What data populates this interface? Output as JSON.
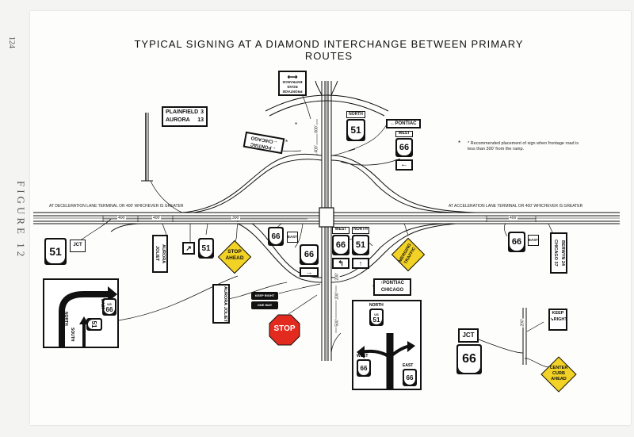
{
  "page_number": "124",
  "figure_label": "FIGURE 12",
  "title": "TYPICAL SIGNING AT A DIAMOND INTERCHANGE BETWEEN PRIMARY ROUTES",
  "notes": {
    "decel": "AT DECELERATION LANE TERMINAL OR 400' WHICHEVER IS GREATER",
    "accel": "AT ACCELERATION LANE TERMINAL OR 400' WHICHEVER IS GREATER",
    "footnote": "* Recommended placement of sign when frontage road is less than 300' from the ramp."
  },
  "distances": {
    "d400_a": "400'",
    "d400_b": "400'",
    "d300": "300'",
    "d400_c": "400'",
    "d600": "600'",
    "d400_v": "400'",
    "d400_s": "400'",
    "d200_a": "200'",
    "d200_b": "200'",
    "d500": "500'",
    "d200_c": "200'",
    "d300_b": "300'"
  },
  "signs": {
    "plainfield": {
      "line1": "PLAINFIELD",
      "num1": "3",
      "line2": "AURORA",
      "num2": "13"
    },
    "frontage": {
      "line1": "FRONTAGE",
      "line2": "ROAD",
      "line3": "ENTRANCE"
    },
    "pontiac_chicago_rot": {
      "line1": "PONTIAC",
      "line2": "CHICAGO"
    },
    "north51_top": {
      "card": "NORTH",
      "num": "51"
    },
    "pontiac_left": {
      "text": "PONTIAC"
    },
    "west66_top": {
      "card": "WEST",
      "num": "66"
    },
    "jct51": {
      "jct": "JCT",
      "num": "51"
    },
    "aurora_joliet_left": {
      "line1": "AURORA",
      "line2": "JOLIET"
    },
    "s51_small": {
      "num": "51"
    },
    "stop_ahead": {
      "line1": "STOP",
      "line2": "AHEAD"
    },
    "s66_mid": {
      "num": "66"
    },
    "east66": {
      "card": "EAST",
      "num": "66"
    },
    "west66_mid": {
      "card": "WEST",
      "num": "66"
    },
    "north51_mid": {
      "card": "NORTH",
      "num": "51"
    },
    "merging": {
      "line1": "MERGING",
      "line2": "TRAFFIC"
    },
    "s66_right": {
      "num": "66"
    },
    "east_card_right": {
      "card": "EAST"
    },
    "berwyn": {
      "line1": "BERWYN",
      "num1": "24",
      "line2": "CHICAGO",
      "num2": "37"
    },
    "big_left": {
      "east": "EAST",
      "us": "US",
      "num66": "66",
      "north": "NORTH",
      "num51": "51",
      "south": "SOUTH"
    },
    "aurora_joliet_low": {
      "line1": "AURORA",
      "line2": "JOLIET"
    },
    "keep_right_sm": {
      "line1": "KEEP",
      "line2": "RIGHT"
    },
    "one_way": {
      "text": "ONE WAY"
    },
    "stop": {
      "text": "STOP"
    },
    "pontiac_chicago": {
      "line1": "PONTIAC",
      "line2": "CHICAGO"
    },
    "big_center": {
      "north": "NORTH",
      "us": "US",
      "num51": "51",
      "west": "WEST",
      "num66w": "66",
      "east": "EAST",
      "num66e": "66"
    },
    "jct66": {
      "jct": "JCT",
      "num": "66"
    },
    "keep_right": {
      "line1": "KEEP",
      "line2": "RIGHT"
    },
    "center_curb": {
      "line1": "CENTER",
      "line2": "CURB",
      "line3": "AHEAD"
    }
  }
}
